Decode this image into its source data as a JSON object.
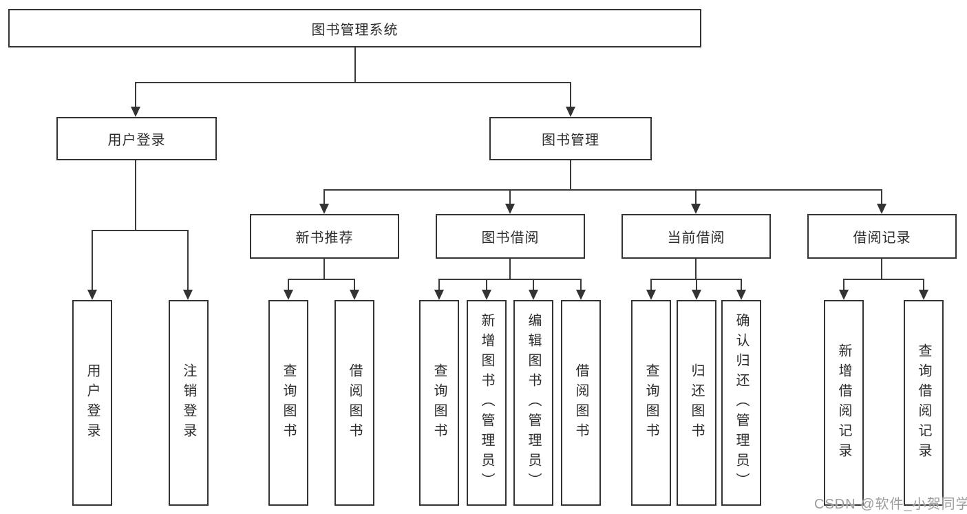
{
  "page": {
    "background": "#ffffff"
  },
  "colors": {
    "line": "#3a3a3a",
    "box_border": "#333333",
    "box_fill": "#ffffff",
    "text": "#2d2d2d",
    "watermark": "#9c9c9c"
  },
  "watermark": {
    "text": "CSDN @软件_小贺同学"
  },
  "tree": {
    "root": {
      "label": "图书管理系统"
    },
    "level2": [
      {
        "label": "用户登录"
      },
      {
        "label": "图书管理"
      }
    ],
    "level3": [
      {
        "label": "新书推荐"
      },
      {
        "label": "图书借阅"
      },
      {
        "label": "当前借阅"
      },
      {
        "label": "借阅记录"
      }
    ],
    "leaves": {
      "user_login": [
        {
          "label": "用户登录"
        },
        {
          "label": "注销登录"
        }
      ],
      "new_book_rec": [
        {
          "label": "查询图书"
        },
        {
          "label": "借阅图书"
        }
      ],
      "book_borrow": [
        {
          "label": "查询图书"
        },
        {
          "label": "新增图书（管理员）"
        },
        {
          "label": "编辑图书（管理员）"
        },
        {
          "label": "借阅图书"
        }
      ],
      "current_borrow": [
        {
          "label": "查询图书"
        },
        {
          "label": "归还图书"
        },
        {
          "label": "确认归还（管理员）"
        }
      ],
      "borrow_record": [
        {
          "label": "新增借阅记录"
        },
        {
          "label": "查询借阅记录"
        }
      ]
    }
  }
}
